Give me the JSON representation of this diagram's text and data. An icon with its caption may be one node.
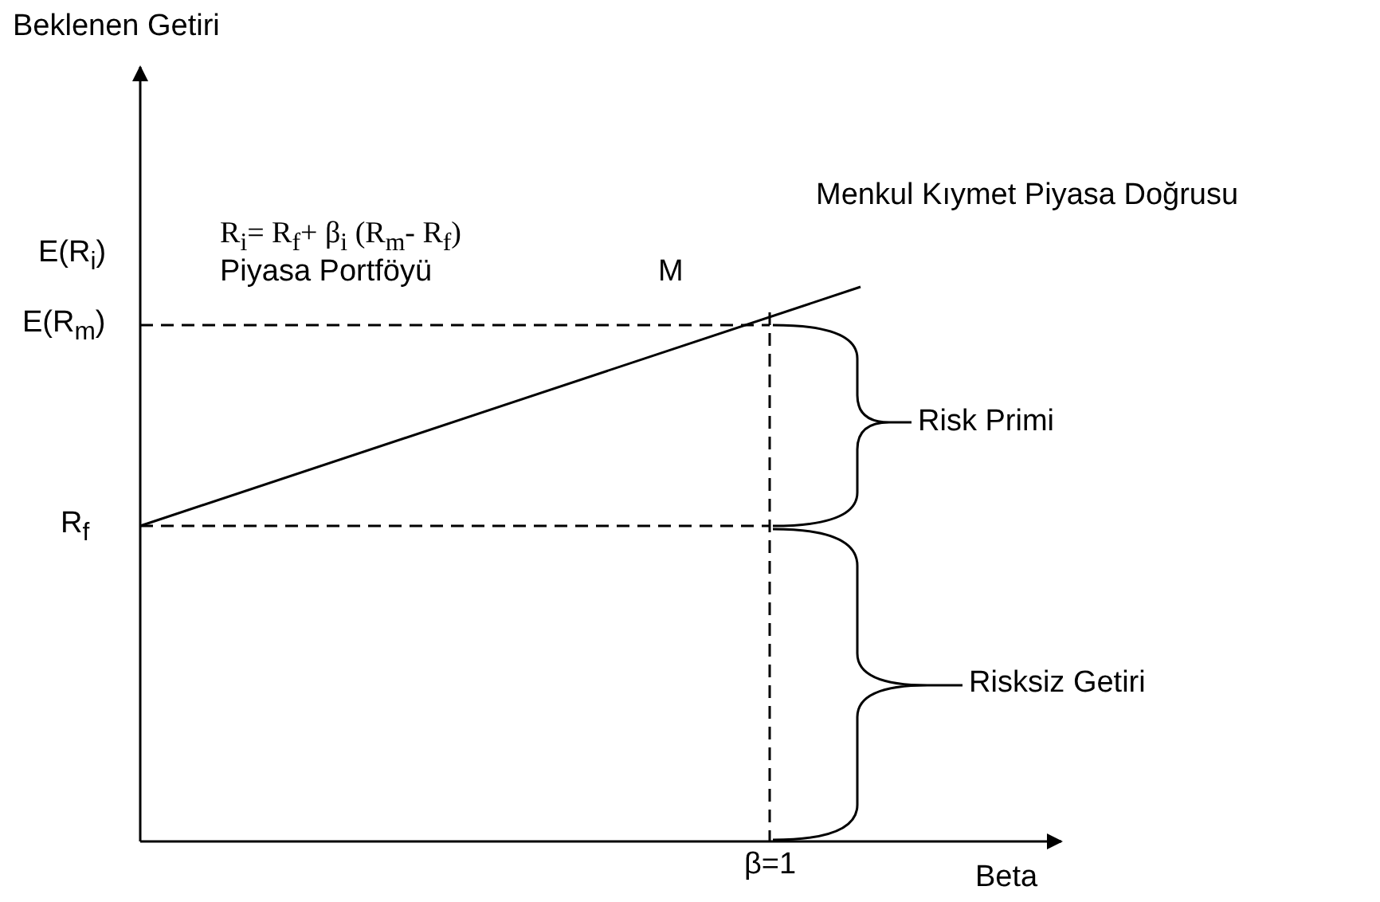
{
  "diagram": {
    "labels": [
      "Beklenen Getiri",
      "E(R$_{i}$)",
      "R$_{i}$= R$_{f}$+ β$_{i}$ (R$_{m}$- R$_{f}$)",
      "Piyasa Portföyü",
      "M",
      "Menkul Kıymet Piyasa Doğrusu",
      "E(R$_{m}$)",
      "Risk Primi",
      "R$_{f}$",
      "Risksiz Getiri",
      "β=1",
      "Beta"
    ]
  }
}
